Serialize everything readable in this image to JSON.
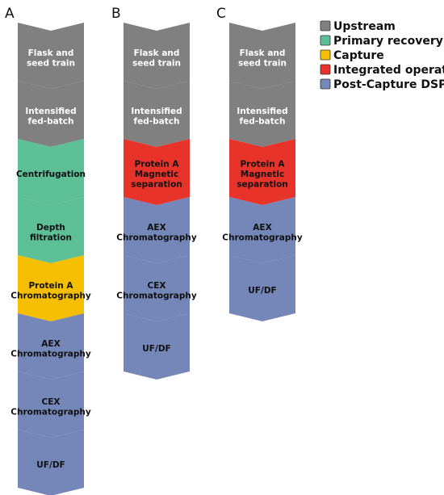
{
  "categories": [
    {
      "id": "upstream",
      "label": "Upstream",
      "color": "#808080",
      "text_color": "#ffffff"
    },
    {
      "id": "primary_recovery",
      "label": "Primary recovery",
      "color": "#5dbf96",
      "text_color": "#111111"
    },
    {
      "id": "capture",
      "label": "Capture",
      "color": "#f5bf00",
      "text_color": "#111111"
    },
    {
      "id": "integrated_operation",
      "label": "Integrated operation",
      "color": "#e8332a",
      "text_color": "#111111"
    },
    {
      "id": "post_capture_dsp",
      "label": "Post-Capture DSP",
      "color": "#7587b9",
      "text_color": "#111111"
    }
  ],
  "panels": [
    {
      "letter": "A",
      "steps": [
        {
          "lines": [
            "Flask and",
            "seed train"
          ],
          "category": "upstream"
        },
        {
          "lines": [
            "Intensified",
            "fed-batch"
          ],
          "category": "upstream"
        },
        {
          "lines": [
            "Centrifugation"
          ],
          "category": "primary_recovery"
        },
        {
          "lines": [
            "Depth",
            "filtration"
          ],
          "category": "primary_recovery"
        },
        {
          "lines": [
            "Protein A",
            "Chromatography"
          ],
          "category": "capture"
        },
        {
          "lines": [
            "AEX",
            "Chromatography"
          ],
          "category": "post_capture_dsp"
        },
        {
          "lines": [
            "CEX",
            "Chromatography"
          ],
          "category": "post_capture_dsp"
        },
        {
          "lines": [
            "UF/DF"
          ],
          "category": "post_capture_dsp"
        }
      ]
    },
    {
      "letter": "B",
      "steps": [
        {
          "lines": [
            "Flask and",
            "seed train"
          ],
          "category": "upstream"
        },
        {
          "lines": [
            "Intensified",
            "fed-batch"
          ],
          "category": "upstream"
        },
        {
          "lines": [
            "Protein A",
            "Magnetic",
            "separation"
          ],
          "category": "integrated_operation"
        },
        {
          "lines": [
            "AEX",
            "Chromatography"
          ],
          "category": "post_capture_dsp"
        },
        {
          "lines": [
            "CEX",
            "Chromatography"
          ],
          "category": "post_capture_dsp"
        },
        {
          "lines": [
            "UF/DF"
          ],
          "category": "post_capture_dsp"
        }
      ]
    },
    {
      "letter": "C",
      "steps": [
        {
          "lines": [
            "Flask and",
            "seed train"
          ],
          "category": "upstream"
        },
        {
          "lines": [
            "Intensified",
            "fed-batch"
          ],
          "category": "upstream"
        },
        {
          "lines": [
            "Protein A",
            "Magnetic",
            "separation"
          ],
          "category": "integrated_operation"
        },
        {
          "lines": [
            "AEX",
            "Chromatography"
          ],
          "category": "post_capture_dsp"
        },
        {
          "lines": [
            "UF/DF"
          ],
          "category": "post_capture_dsp"
        }
      ]
    }
  ]
}
